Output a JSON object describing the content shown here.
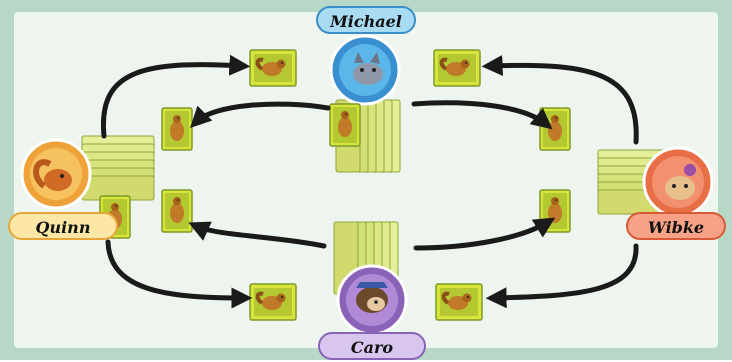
{
  "players": {
    "top": "Michael",
    "left": "Quinn",
    "right": "Wibke",
    "bottom": "Caro"
  },
  "colors": {
    "frame": "#b7d8c6",
    "panel": "#edf5ee",
    "card_face": "#d8e43a",
    "card_border": "#7c9a2a",
    "arrow": "#1a1a1a",
    "michael": "#4ab8e6",
    "quinn": "#f5b84a",
    "wibke": "#ee7a52",
    "caro": "#9a72c2"
  },
  "icons": {
    "michael": "wolf-token-icon",
    "quinn": "squirrel-token-icon",
    "wibke": "hamster-token-icon",
    "caro": "hedgehog-token-icon",
    "card": "squirrel-card-icon"
  }
}
